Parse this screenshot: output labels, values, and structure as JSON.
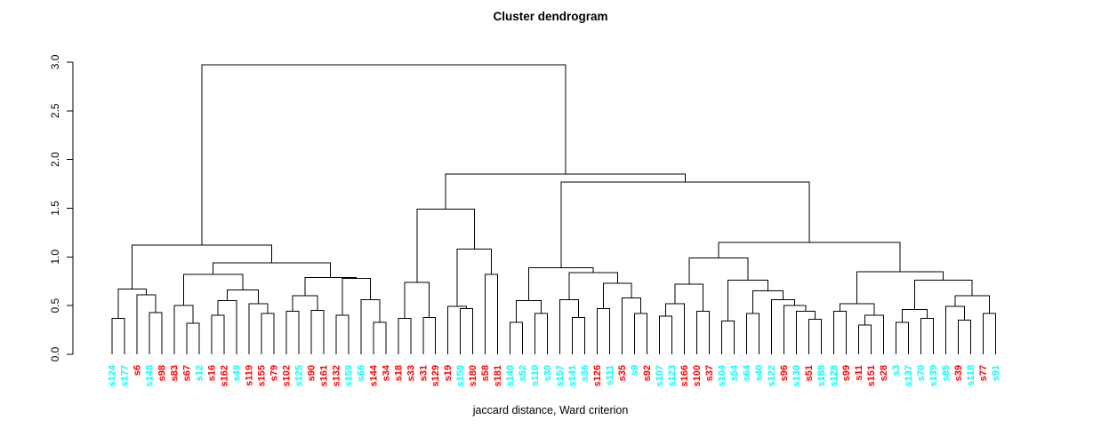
{
  "chart_data": {
    "type": "dendrogram",
    "title": "Cluster dendrogram",
    "xlabel": "jaccard distance, Ward criterion",
    "ylabel": "",
    "ylim": [
      0.0,
      3.0
    ],
    "yticks": [
      0.0,
      0.5,
      1.0,
      1.5,
      2.0,
      2.5,
      3.0
    ],
    "grid": false,
    "line_color": "#000000",
    "label_colors": {
      "red": "#FF0000",
      "cyan": "#00FFFF"
    },
    "leaves": [
      {
        "label": "s124",
        "color": "cyan"
      },
      {
        "label": "s177",
        "color": "cyan"
      },
      {
        "label": "s6",
        "color": "red"
      },
      {
        "label": "s148",
        "color": "cyan"
      },
      {
        "label": "s98",
        "color": "red"
      },
      {
        "label": "s83",
        "color": "red"
      },
      {
        "label": "s67",
        "color": "red"
      },
      {
        "label": "s12",
        "color": "cyan"
      },
      {
        "label": "s16",
        "color": "red"
      },
      {
        "label": "s162",
        "color": "red"
      },
      {
        "label": "s49",
        "color": "cyan"
      },
      {
        "label": "s119",
        "color": "red"
      },
      {
        "label": "s155",
        "color": "red"
      },
      {
        "label": "s79",
        "color": "red"
      },
      {
        "label": "s102",
        "color": "red"
      },
      {
        "label": "s125",
        "color": "cyan"
      },
      {
        "label": "s90",
        "color": "red"
      },
      {
        "label": "s161",
        "color": "red"
      },
      {
        "label": "s132",
        "color": "red"
      },
      {
        "label": "s159",
        "color": "cyan"
      },
      {
        "label": "s66",
        "color": "cyan"
      },
      {
        "label": "s144",
        "color": "red"
      },
      {
        "label": "s34",
        "color": "red"
      },
      {
        "label": "s18",
        "color": "red"
      },
      {
        "label": "s33",
        "color": "red"
      },
      {
        "label": "s31",
        "color": "red"
      },
      {
        "label": "s129",
        "color": "red"
      },
      {
        "label": "s19",
        "color": "red"
      },
      {
        "label": "s158",
        "color": "cyan"
      },
      {
        "label": "s180",
        "color": "red"
      },
      {
        "label": "s58",
        "color": "red"
      },
      {
        "label": "s181",
        "color": "red"
      },
      {
        "label": "s140",
        "color": "cyan"
      },
      {
        "label": "s52",
        "color": "cyan"
      },
      {
        "label": "s110",
        "color": "cyan"
      },
      {
        "label": "s30",
        "color": "cyan"
      },
      {
        "label": "s157",
        "color": "cyan"
      },
      {
        "label": "s141",
        "color": "cyan"
      },
      {
        "label": "s36",
        "color": "cyan"
      },
      {
        "label": "s126",
        "color": "red"
      },
      {
        "label": "s111",
        "color": "cyan"
      },
      {
        "label": "s35",
        "color": "red"
      },
      {
        "label": "s9",
        "color": "cyan"
      },
      {
        "label": "s92",
        "color": "red"
      },
      {
        "label": "s107",
        "color": "cyan"
      },
      {
        "label": "s123",
        "color": "cyan"
      },
      {
        "label": "s166",
        "color": "red"
      },
      {
        "label": "s100",
        "color": "red"
      },
      {
        "label": "s37",
        "color": "red"
      },
      {
        "label": "s104",
        "color": "cyan"
      },
      {
        "label": "s54",
        "color": "cyan"
      },
      {
        "label": "s64",
        "color": "cyan"
      },
      {
        "label": "s40",
        "color": "cyan"
      },
      {
        "label": "s122",
        "color": "cyan"
      },
      {
        "label": "s96",
        "color": "red"
      },
      {
        "label": "s130",
        "color": "cyan"
      },
      {
        "label": "s51",
        "color": "red"
      },
      {
        "label": "s188",
        "color": "cyan"
      },
      {
        "label": "s128",
        "color": "cyan"
      },
      {
        "label": "s99",
        "color": "red"
      },
      {
        "label": "s11",
        "color": "red"
      },
      {
        "label": "s151",
        "color": "red"
      },
      {
        "label": "s28",
        "color": "red"
      },
      {
        "label": "s3",
        "color": "cyan"
      },
      {
        "label": "s137",
        "color": "cyan"
      },
      {
        "label": "s70",
        "color": "cyan"
      },
      {
        "label": "s139",
        "color": "cyan"
      },
      {
        "label": "s85",
        "color": "cyan"
      },
      {
        "label": "s39",
        "color": "red"
      },
      {
        "label": "s118",
        "color": "cyan"
      },
      {
        "label": "s77",
        "color": "red"
      },
      {
        "label": "s91",
        "color": "cyan"
      }
    ],
    "tree": [
      2.97,
      [
        1.12,
        [
          0.67,
          [
            0.37,
            "s124",
            "s177"
          ],
          [
            0.61,
            "s6",
            [
              0.43,
              "s148",
              "s98"
            ]
          ]
        ],
        [
          0.94,
          [
            0.82,
            [
              0.5,
              "s83",
              [
                0.32,
                "s67",
                "s12"
              ]
            ],
            [
              0.66,
              [
                0.55,
                [
                  0.4,
                  "s16",
                  "s162"
                ],
                "s49"
              ],
              [
                0.52,
                "s119",
                [
                  0.42,
                  "s155",
                  "s79"
                ]
              ]
            ]
          ],
          [
            0.79,
            [
              0.6,
              [
                0.44,
                "s102",
                "s125"
              ],
              [
                0.45,
                "s90",
                "s161"
              ]
            ],
            [
              0.78,
              [
                0.4,
                "s132",
                "s159"
              ],
              [
                0.56,
                "s66",
                [
                  0.33,
                  "s144",
                  "s34"
                ]
              ]
            ]
          ]
        ]
      ],
      [
        1.85,
        [
          1.49,
          [
            0.74,
            [
              0.37,
              "s18",
              "s33"
            ],
            [
              0.38,
              "s31",
              "s129"
            ]
          ],
          [
            1.08,
            [
              0.49,
              "s19",
              [
                0.47,
                "s158",
                "s180"
              ]
            ],
            [
              0.82,
              "s58",
              "s181"
            ]
          ]
        ],
        [
          1.77,
          [
            0.89,
            [
              0.55,
              [
                0.33,
                "s140",
                "s52"
              ],
              [
                0.42,
                "s110",
                "s30"
              ]
            ],
            [
              0.84,
              [
                0.56,
                "s157",
                [
                  0.38,
                  "s141",
                  "s36"
                ]
              ],
              [
                0.73,
                [
                  0.47,
                  "s126",
                  "s111"
                ],
                [
                  0.58,
                  "s35",
                  [
                    0.42,
                    "s9",
                    "s92"
                  ]
                ]
              ]
            ]
          ],
          [
            1.15,
            [
              0.99,
              [
                0.72,
                [
                  0.52,
                  [
                    0.39,
                    "s107",
                    "s123"
                  ],
                  "s166"
                ],
                [
                  0.44,
                  "s100",
                  "s37"
                ]
              ],
              [
                0.76,
                [
                  0.34,
                  "s104",
                  "s54"
                ],
                [
                  0.65,
                  [
                    0.42,
                    "s64",
                    "s40"
                  ],
                  [
                    0.56,
                    "s122",
                    [
                      0.5,
                      "s96",
                      [
                        0.44,
                        "s130",
                        [
                          0.36,
                          "s51",
                          "s188"
                        ]
                      ]
                    ]
                  ]
                ]
              ]
            ],
            [
              0.85,
              [
                0.52,
                [
                  0.44,
                  "s128",
                  "s99"
                ],
                [
                  0.4,
                  [
                    0.3,
                    "s11",
                    "s151"
                  ],
                  "s28"
                ]
              ],
              [
                0.76,
                [
                  0.46,
                  [
                    0.33,
                    "s3",
                    "s137"
                  ],
                  [
                    0.37,
                    "s70",
                    "s139"
                  ]
                ],
                [
                  0.6,
                  [
                    0.49,
                    "s85",
                    [
                      0.35,
                      "s39",
                      "s118"
                    ]
                  ],
                  [
                    0.42,
                    "s77",
                    "s91"
                  ]
                ]
              ]
            ]
          ]
        ]
      ]
    ]
  }
}
